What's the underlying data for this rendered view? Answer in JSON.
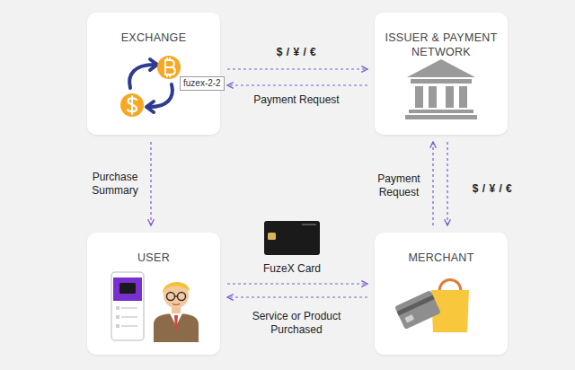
{
  "diagram": {
    "nodes": [
      {
        "text": [
          "EXCHANGE"
        ]
      },
      {
        "text": [
          "ISSUER & PAYMENT NETWORK"
        ]
      },
      {
        "text": [
          "USER"
        ]
      },
      {
        "text": [
          "MERCHANT"
        ]
      }
    ],
    "edges": [
      {
        "from": 0,
        "to": 1,
        "label": "$ / ¥ / €",
        "arrow": "to"
      },
      {
        "from": 1,
        "to": 0,
        "label": "Payment Request",
        "arrow": "to"
      },
      {
        "from": 0,
        "to": 2,
        "label": "Purchase Summary",
        "arrow": "to"
      },
      {
        "from": 2,
        "to": 3,
        "label": "FuzeX Card",
        "arrow": "to"
      },
      {
        "from": 3,
        "to": 2,
        "label": "Service or Product Purchased",
        "arrow": "to"
      },
      {
        "from": 3,
        "to": 1,
        "label": "Payment Request",
        "arrow": "to"
      },
      {
        "from": 1,
        "to": 3,
        "label": "$ / ¥ / €",
        "arrow": "to"
      }
    ],
    "labels": [
      "fuzex-2-2"
    ]
  }
}
